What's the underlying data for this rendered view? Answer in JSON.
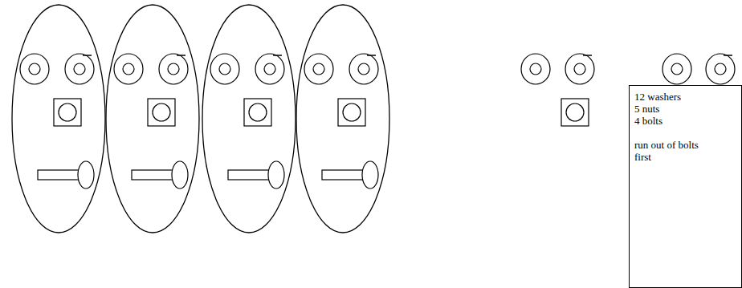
{
  "diagram": {
    "nodes": [
      {
        "text": [
          "12 washers",
          "5 nuts",
          "4 bolts",
          "run out of bolts first"
        ]
      }
    ]
  }
}
